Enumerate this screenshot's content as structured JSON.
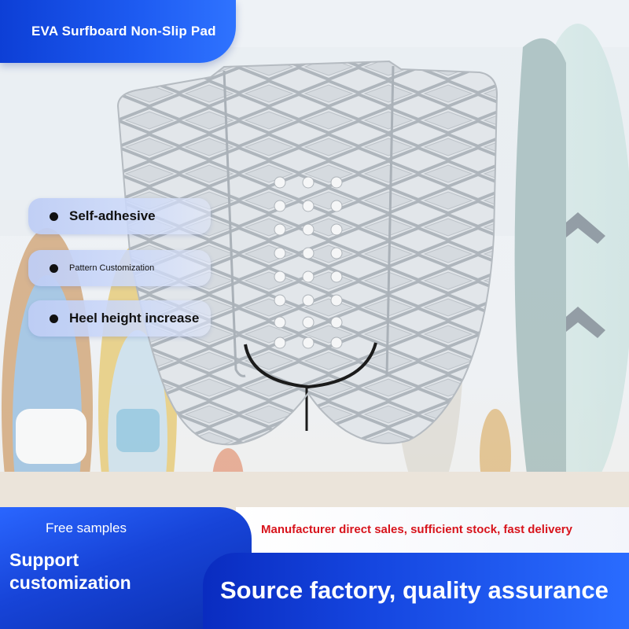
{
  "header": {
    "title": "EVA Surfboard Non-Slip Pad"
  },
  "features": [
    {
      "label": "Self-adhesive"
    },
    {
      "label": "Pattern Customization"
    },
    {
      "label": "Heel height increase"
    }
  ],
  "footer": {
    "free_samples": "Free samples",
    "support_line1": "Support",
    "support_line2": "customization",
    "manufacturer_note": "Manufacturer direct sales, sufficient stock, fast delivery",
    "source_factory": "Source factory, quality assurance"
  },
  "colors": {
    "brand_blue": "#1e5cf2",
    "note_red": "#d8141c",
    "pad_grey": "#cfd4da"
  }
}
